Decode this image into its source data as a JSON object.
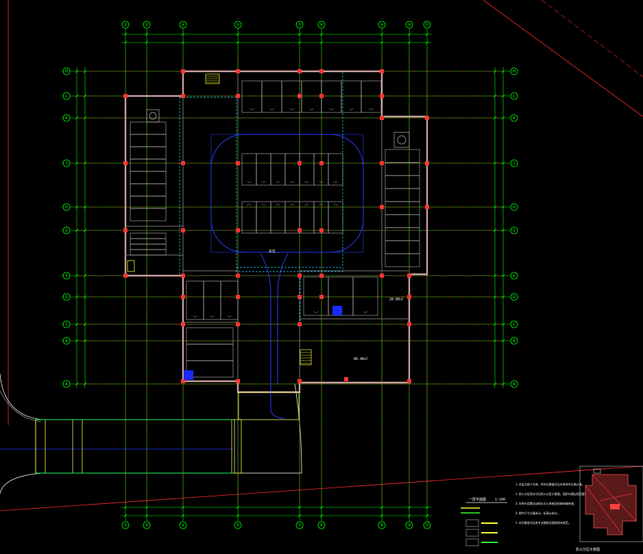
{
  "drawing": {
    "background": "#000000",
    "colors": {
      "grid": "#00ff00",
      "redline": "#ff3b3b",
      "wall": "#c9a0a0",
      "column": "#ff3434",
      "sprinkler": "#2a3bff",
      "pipe": "#19e0ff",
      "note": "#ffff33"
    },
    "top_axes": [
      "②",
      "③",
      "④",
      "⑤",
      "⑦",
      "⑧",
      "⑨",
      "⑩",
      "⑪"
    ],
    "side_axes": [
      "M",
      "L",
      "K",
      "J",
      "H",
      "G",
      "E",
      "D",
      "C",
      "B",
      "A"
    ],
    "areas": {
      "east_room": "28.00㎡",
      "south_office": "86.48㎡",
      "center_label": "车位"
    },
    "title_block": {
      "plan_title": "一层平面图",
      "scale": "1:100",
      "key_plan_title": "防火分区示意图"
    },
    "notes": [
      "1.本层为地下车库，停车位数量详见车库停车位统计表。",
      "2.防火分区划分详见防火分区示意图，面积均满足规范要求。",
      "3.车库内设置自动喷水灭火系统及机械排烟系统。",
      "4.图中尺寸以毫米计，标高以米计。",
      "5.未尽事宜详见各专业图纸及国家相关规范。"
    ],
    "icons": [
      "north-arrow-icon",
      "stair-icon",
      "fire-hydrant-icon",
      "elevator-icon"
    ]
  }
}
